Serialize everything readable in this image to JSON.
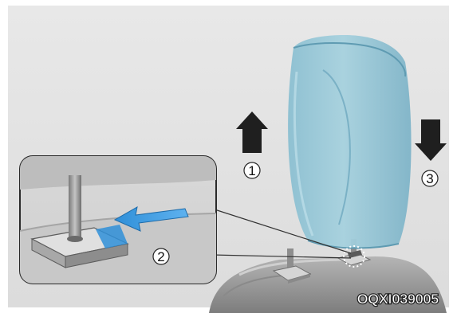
{
  "figure": {
    "steps": [
      {
        "number": "1",
        "action": "raise headrest",
        "arrow_icon": "arrow-up-icon"
      },
      {
        "number": "2",
        "action": "press release button",
        "arrow_icon": "arrow-left-icon"
      },
      {
        "number": "3",
        "action": "lower headrest",
        "arrow_icon": "arrow-down-icon"
      }
    ],
    "image_code": "OQXI039005",
    "colors": {
      "background": "#e4e4e4",
      "headrest_blue": "#9ac9d8",
      "arrow": "#1f1f1f",
      "seat_gray": "#9d9d9d"
    }
  }
}
